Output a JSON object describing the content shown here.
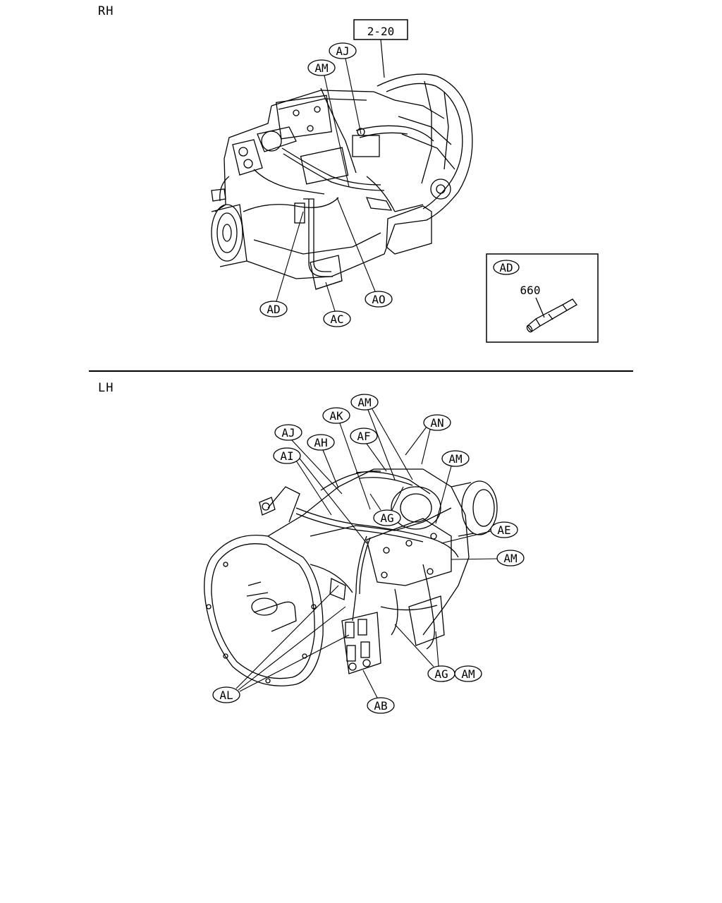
{
  "sections": {
    "rh": {
      "label": "RH"
    },
    "lh": {
      "label": "LH"
    }
  },
  "ref_box": {
    "text": "2-20"
  },
  "callouts": {
    "rh": {
      "aj": "AJ",
      "am": "AM",
      "ad": "AD",
      "ac": "AC",
      "ao": "AO"
    },
    "inset": {
      "ad": "AD",
      "part_number": "660"
    },
    "lh": {
      "am_top": "AM",
      "ak": "AK",
      "an": "AN",
      "aj": "AJ",
      "af": "AF",
      "ah": "AH",
      "ai": "AI",
      "am_right": "AM",
      "ag_top": "AG",
      "ae": "AE",
      "am_side": "AM",
      "al": "AL",
      "ag_bottom": "AG",
      "am_bottom": "AM",
      "ab": "AB"
    }
  }
}
